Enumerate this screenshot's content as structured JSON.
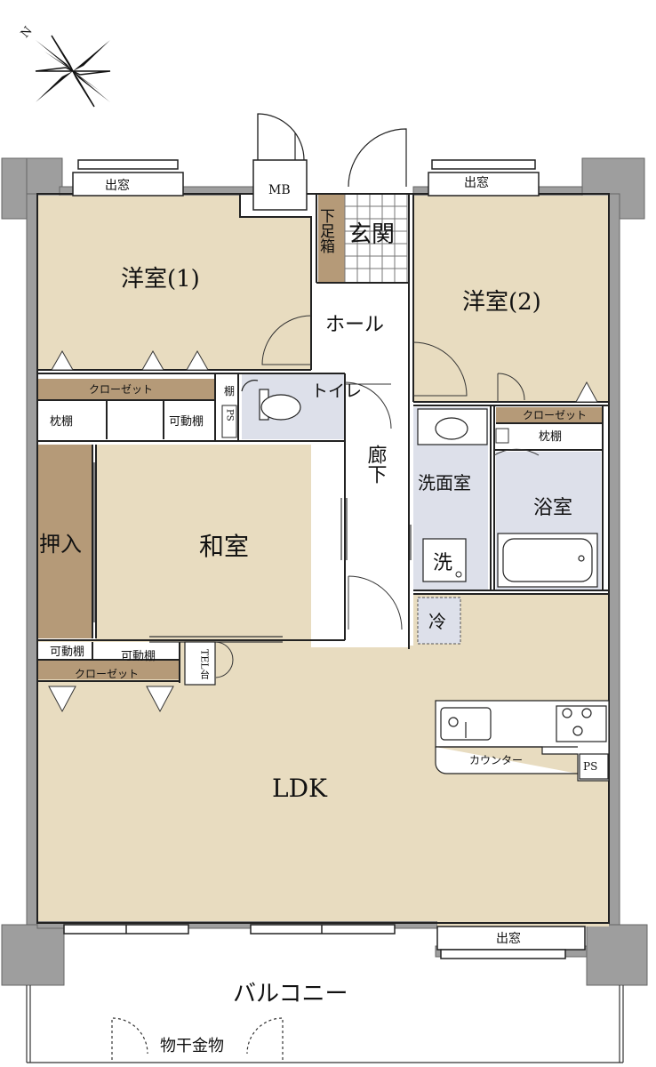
{
  "compass": {
    "north": "N"
  },
  "rooms": {
    "western1": "洋室(1)",
    "western2": "洋室(2)",
    "entrance": "玄関",
    "shoebox": "下足箱",
    "hall": "ホール",
    "toilet": "トイレ",
    "corridor": "廊下",
    "washroom": "洗面室",
    "bath": "浴室",
    "japanese": "和室",
    "oshiire": "押入",
    "ldk": "LDK",
    "balcony": "バルコニー"
  },
  "labels": {
    "bay_window": "出窓",
    "mb": "MB",
    "closet": "クローゼット",
    "pillow_shelf": "枕棚",
    "movable_shelf": "可動棚",
    "shelf": "棚",
    "ps": "PS",
    "washer": "洗",
    "fridge": "冷",
    "counter": "カウンター",
    "tel": "TEL台",
    "drying_hardware": "物干金物"
  },
  "colors": {
    "room": "#e8dcc0",
    "wet": "#dde0ea",
    "wall": "#9e9e9e",
    "storage": "#b59a78",
    "floor_white": "#ffffff"
  }
}
